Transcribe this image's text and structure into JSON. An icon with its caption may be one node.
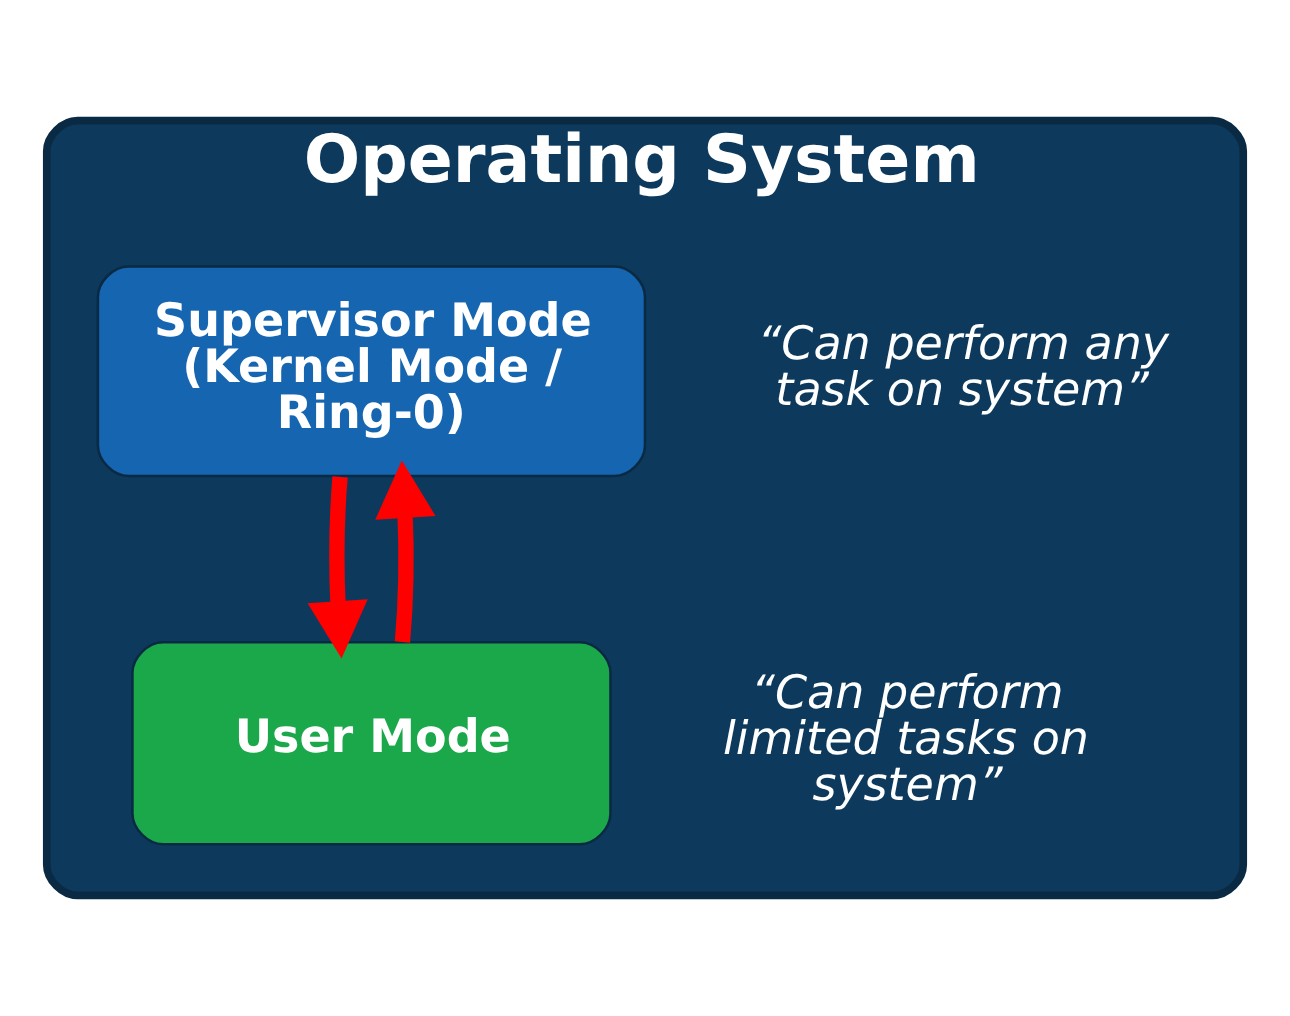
{
  "diagram": {
    "nodes": [
      {
        "text": [
          "Operating System"
        ]
      },
      {
        "text": [
          "Supervisor Mode (Kernel Mode / Ring-0)"
        ],
        "in": 0,
        "beside": [
          "“Can perform any task on system”"
        ]
      },
      {
        "text": [
          "User Mode"
        ],
        "in": 0,
        "beside": [
          "“Can perform limited tasks on system”"
        ]
      }
    ],
    "edges": [
      {
        "from": 1,
        "to": 2,
        "arrow": "to"
      },
      {
        "from": 2,
        "to": 1,
        "arrow": "to"
      }
    ]
  }
}
